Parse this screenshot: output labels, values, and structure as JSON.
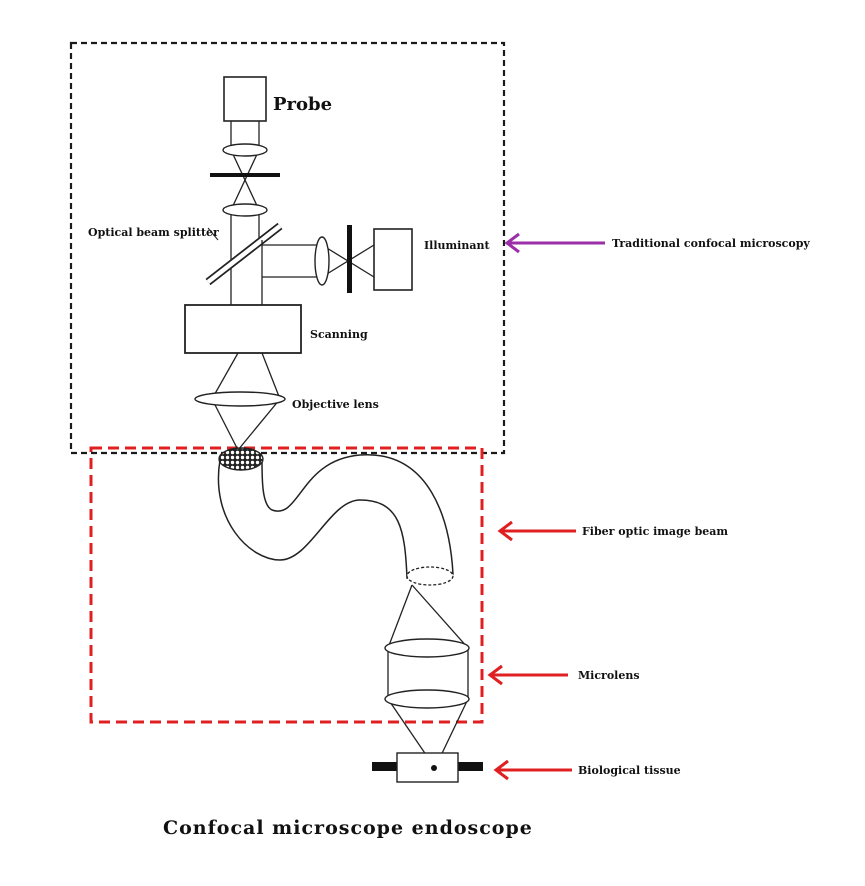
{
  "title": "Confocal microscope endoscope",
  "labels": {
    "probe": "Probe",
    "optical_beam_splitter": "Optical beam splitter",
    "illuminant": "Illuminant",
    "scanning": "Scanning",
    "objective_lens": "Objective lens"
  },
  "callouts": {
    "traditional_confocal_microscopy": "Traditional confocal microscopy",
    "fiber_optic_image_beam": "Fiber optic image beam",
    "microlens": "Microlens",
    "biological_tissue": "Biological tissue"
  },
  "colors": {
    "traditional_box": "#1a1a1a",
    "endoscope_box": "#e02020",
    "traditional_arrow": "#9b2fa8",
    "endoscope_arrow": "#e02020",
    "ink": "#111111"
  }
}
